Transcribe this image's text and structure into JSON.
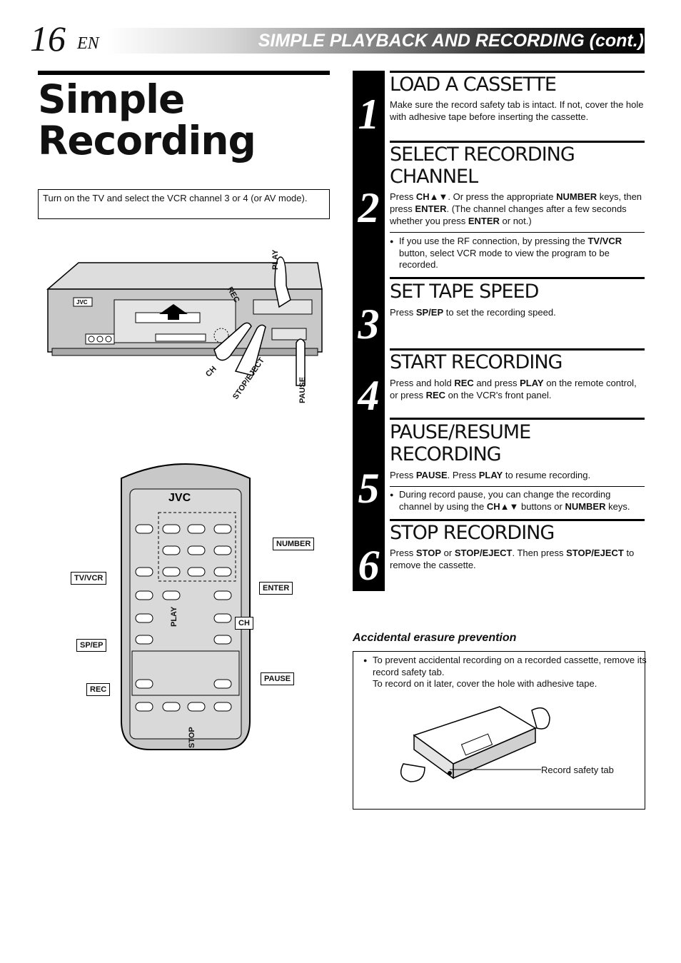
{
  "header": {
    "page_number": "16",
    "lang": "EN",
    "section_title": "SIMPLE PLAYBACK AND RECORDING (cont.)"
  },
  "title": {
    "line1": "Simple",
    "line2": "Recording"
  },
  "intro": "Turn on the TV and select the VCR channel 3 or 4 (or AV mode).",
  "vcr_labels": {
    "play": "PLAY",
    "rec": "REC",
    "ch": "CH",
    "stop_eject": "STOP/EJECT",
    "pause": "PAUSE",
    "brand": "JVC"
  },
  "remote_labels": {
    "brand": "JVC",
    "number": "NUMBER",
    "tv_vcr": "TV/VCR",
    "enter": "ENTER",
    "play": "PLAY",
    "ch": "CH",
    "sp_ep": "SP/EP",
    "rec": "REC",
    "pause": "PAUSE",
    "stop": "STOP"
  },
  "steps": [
    {
      "num": "1",
      "heading": "LOAD A CASSETTE",
      "text": "Make sure the record safety tab is intact. If not, cover the hole with adhesive tape before inserting the cassette."
    },
    {
      "num": "2",
      "heading_line1": "SELECT RECORDING",
      "heading_line2": "CHANNEL",
      "text_parts": [
        "Press ",
        "CH▲▼",
        ". Or press the appropriate ",
        "NUMBER",
        " keys, then press ",
        "ENTER",
        ". (The channel changes after a few seconds whether you press ",
        "ENTER",
        " or not.)"
      ],
      "note_parts": [
        "If you use the RF connection, by pressing the ",
        "TV/VCR",
        " button, select VCR mode to view the program to be recorded."
      ]
    },
    {
      "num": "3",
      "heading": "SET TAPE SPEED",
      "text_parts": [
        "Press ",
        "SP/EP",
        " to set the recording speed."
      ]
    },
    {
      "num": "4",
      "heading": "START RECORDING",
      "text_parts": [
        "Press and hold ",
        "REC",
        " and press ",
        "PLAY",
        " on the remote control, or press ",
        "REC",
        " on the VCR's front panel."
      ]
    },
    {
      "num": "5",
      "heading_line1": "PAUSE/RESUME",
      "heading_line2": "RECORDING",
      "text_parts": [
        "Press ",
        "PAUSE",
        ". Press ",
        "PLAY",
        " to resume recording."
      ],
      "note_parts": [
        "During record pause, you can change the recording channel by using the ",
        "CH▲▼",
        " buttons or ",
        "NUMBER",
        " keys."
      ]
    },
    {
      "num": "6",
      "heading": "STOP RECORDING",
      "text_parts": [
        "Press ",
        "STOP",
        " or ",
        "STOP/EJECT",
        ". Then press ",
        "STOP/EJECT",
        " to remove the cassette."
      ]
    }
  ],
  "accidental": {
    "title": "Accidental erasure prevention",
    "line1": "To prevent accidental recording on a recorded cassette, remove its record safety tab.",
    "line2": "To record on it later, cover the hole with adhesive tape.",
    "tab_label": "Record safety tab"
  }
}
